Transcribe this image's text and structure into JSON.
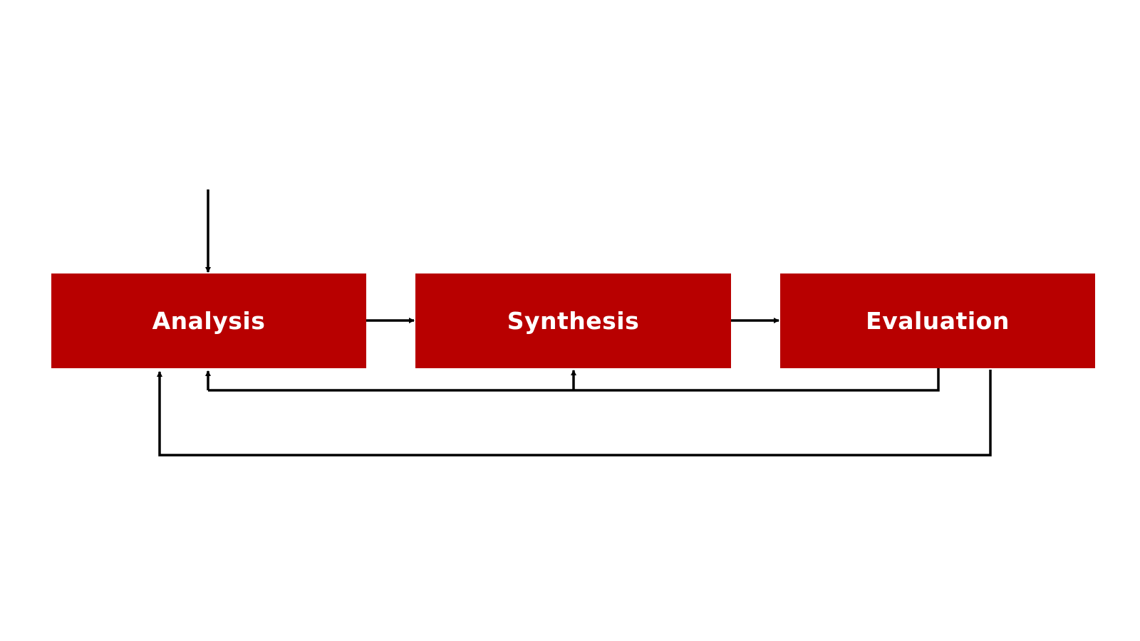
{
  "diagram": {
    "colors": {
      "block_fill": "#b80000",
      "block_text": "#ffffff",
      "connector": "#000000",
      "background": "#ffffff"
    },
    "blocks": [
      {
        "id": "analysis",
        "label": "Analysis"
      },
      {
        "id": "synthesis",
        "label": "Synthesis"
      },
      {
        "id": "evaluation",
        "label": "Evaluation"
      }
    ],
    "connections": [
      {
        "from": "external-input",
        "to": "analysis"
      },
      {
        "from": "analysis",
        "to": "synthesis"
      },
      {
        "from": "synthesis",
        "to": "evaluation"
      },
      {
        "from": "evaluation",
        "to": "synthesis",
        "kind": "feedback"
      },
      {
        "from": "evaluation",
        "to": "analysis",
        "kind": "feedback"
      },
      {
        "from": "evaluation",
        "to": "analysis",
        "kind": "outer-feedback"
      }
    ]
  }
}
